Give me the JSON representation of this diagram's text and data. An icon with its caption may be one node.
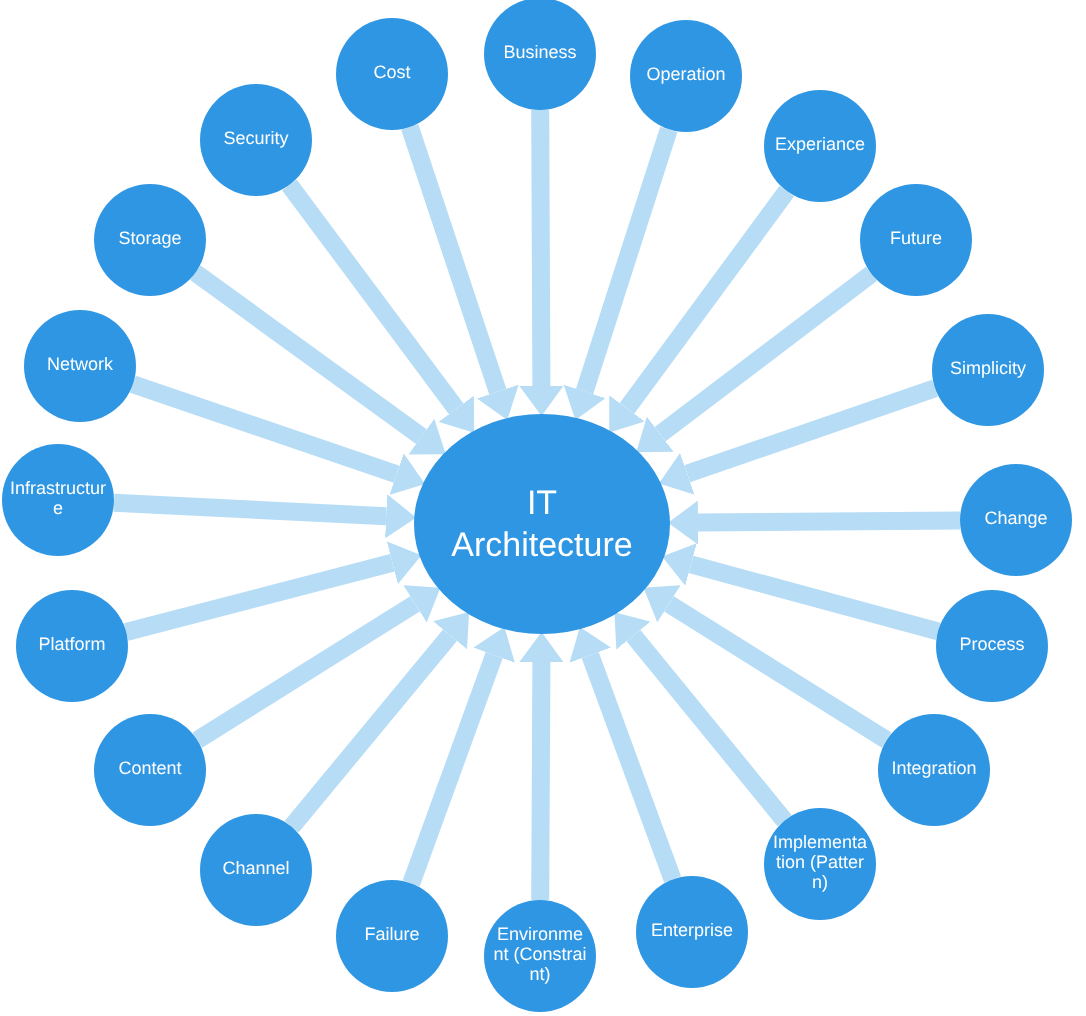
{
  "diagram": {
    "nodes": [
      {
        "text": [
          "IT Architecture"
        ]
      },
      {
        "text": [
          "Business"
        ]
      },
      {
        "text": [
          "Operation"
        ]
      },
      {
        "text": [
          "Experiance"
        ]
      },
      {
        "text": [
          "Future"
        ]
      },
      {
        "text": [
          "Simplicity"
        ]
      },
      {
        "text": [
          "Change"
        ]
      },
      {
        "text": [
          "Process"
        ]
      },
      {
        "text": [
          "Integration"
        ]
      },
      {
        "text": [
          "Implementation (Pattern)"
        ]
      },
      {
        "text": [
          "Enterprise"
        ]
      },
      {
        "text": [
          "Environment (Constraint)"
        ]
      },
      {
        "text": [
          "Failure"
        ]
      },
      {
        "text": [
          "Channel"
        ]
      },
      {
        "text": [
          "Content"
        ]
      },
      {
        "text": [
          "Platform"
        ]
      },
      {
        "text": [
          "Infrastructure"
        ]
      },
      {
        "text": [
          "Network"
        ]
      },
      {
        "text": [
          "Storage"
        ]
      },
      {
        "text": [
          "Security"
        ]
      },
      {
        "text": [
          "Cost"
        ]
      }
    ],
    "edges": [
      {
        "from": 1,
        "to": 0,
        "arrow": "to"
      },
      {
        "from": 2,
        "to": 0,
        "arrow": "to"
      },
      {
        "from": 3,
        "to": 0,
        "arrow": "to"
      },
      {
        "from": 4,
        "to": 0,
        "arrow": "to"
      },
      {
        "from": 5,
        "to": 0,
        "arrow": "to"
      },
      {
        "from": 6,
        "to": 0,
        "arrow": "to"
      },
      {
        "from": 7,
        "to": 0,
        "arrow": "to"
      },
      {
        "from": 8,
        "to": 0,
        "arrow": "to"
      },
      {
        "from": 9,
        "to": 0,
        "arrow": "to"
      },
      {
        "from": 10,
        "to": 0,
        "arrow": "to"
      },
      {
        "from": 11,
        "to": 0,
        "arrow": "to"
      },
      {
        "from": 12,
        "to": 0,
        "arrow": "to"
      },
      {
        "from": 13,
        "to": 0,
        "arrow": "to"
      },
      {
        "from": 14,
        "to": 0,
        "arrow": "to"
      },
      {
        "from": 15,
        "to": 0,
        "arrow": "to"
      },
      {
        "from": 16,
        "to": 0,
        "arrow": "to"
      },
      {
        "from": 17,
        "to": 0,
        "arrow": "to"
      },
      {
        "from": 18,
        "to": 0,
        "arrow": "to"
      },
      {
        "from": 19,
        "to": 0,
        "arrow": "to"
      },
      {
        "from": 20,
        "to": 0,
        "arrow": "to"
      }
    ]
  }
}
